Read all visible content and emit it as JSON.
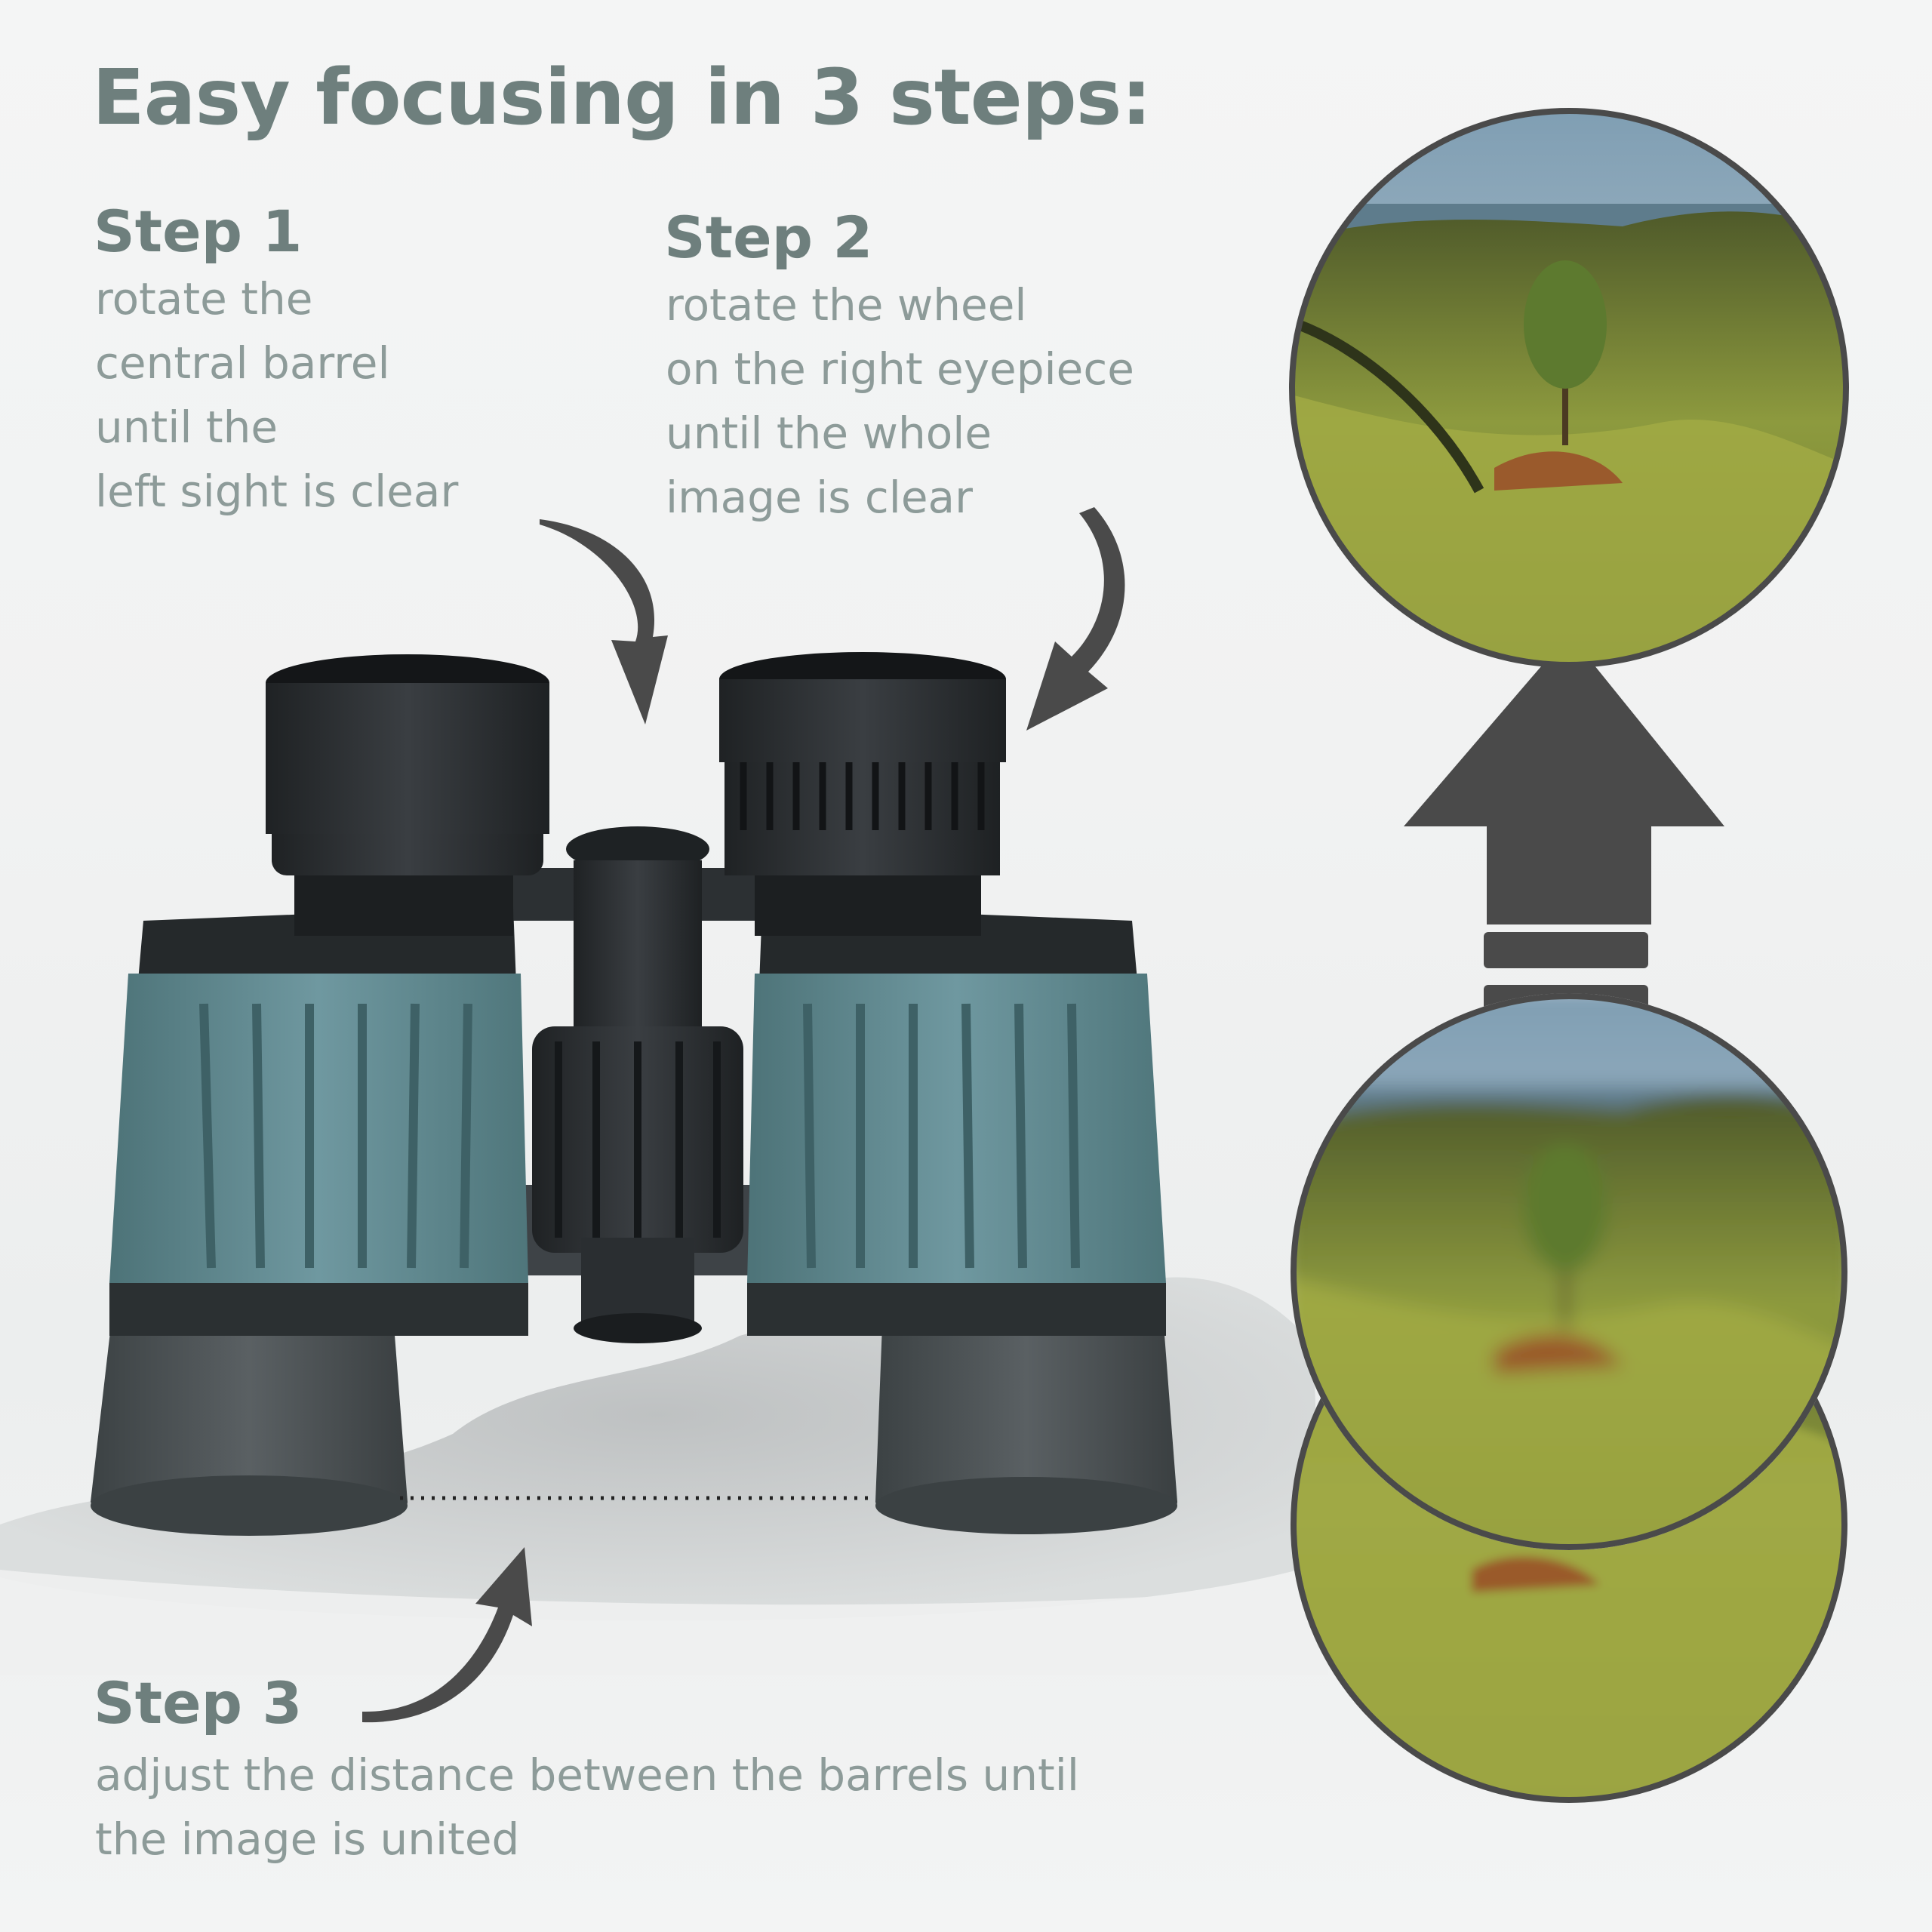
{
  "title": "Easy focusing in 3 steps:",
  "steps": [
    {
      "heading": "Step 1",
      "text": "rotate the\ncentral barrel\nuntil the\nleft sight is clear"
    },
    {
      "heading": "Step 2",
      "text": "rotate the wheel\non the right eyepiece\nuntil the whole\nimage is clear"
    },
    {
      "heading": "Step 3",
      "text": "adjust the distance between the barrels until\nthe image is united"
    }
  ],
  "colors": {
    "heading": "#6e7f7d",
    "body_text": "#8d9b99",
    "arrow": "#4a4a4a",
    "binocular_body": "#5f8488",
    "binocular_black": "#2a2d30"
  },
  "icons": [
    "curved-arrow-step1",
    "curved-arrow-step2",
    "curved-arrow-step3",
    "up-arrow-icon"
  ]
}
